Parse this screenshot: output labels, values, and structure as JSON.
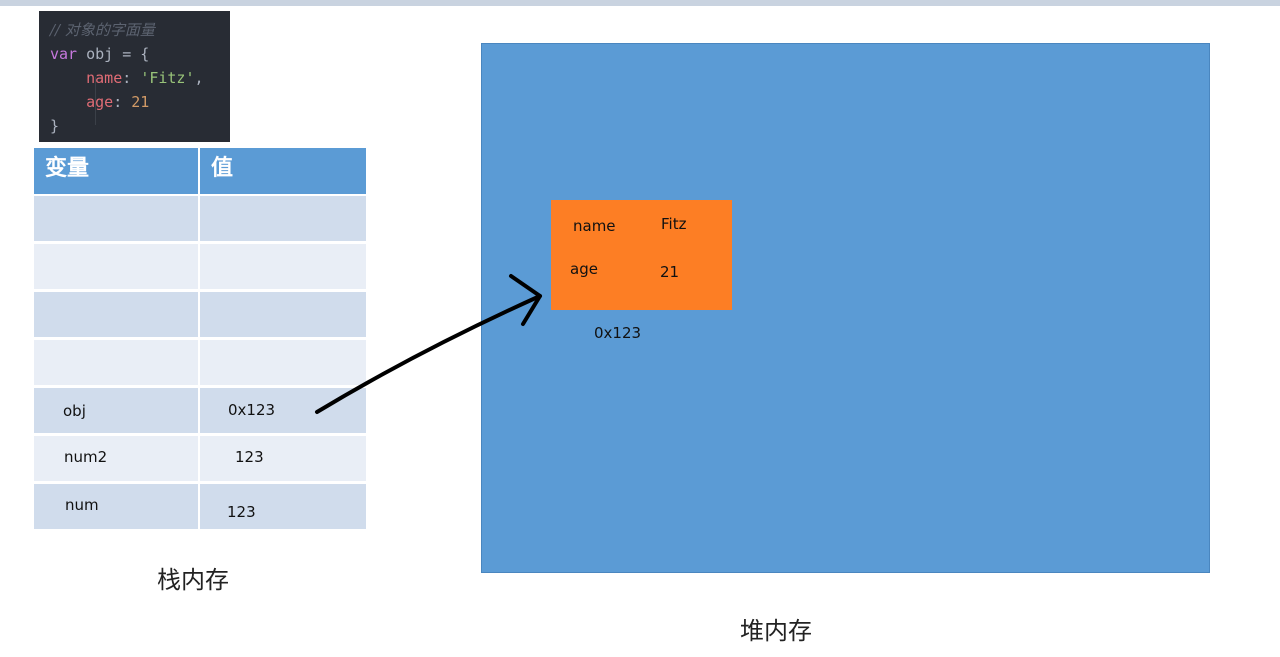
{
  "code": {
    "lines": [
      {
        "tokens": [
          {
            "t": "// 对象的字面量",
            "c": "c-comment"
          }
        ]
      },
      {
        "tokens": [
          {
            "t": "var",
            "c": "c-kw"
          },
          {
            "t": " obj = {",
            "c": "c-plain"
          }
        ]
      },
      {
        "tokens": [
          {
            "t": "    name",
            "c": "c-key"
          },
          {
            "t": ": ",
            "c": "c-plain"
          },
          {
            "t": "'Fitz'",
            "c": "c-str"
          },
          {
            "t": ",",
            "c": "c-plain"
          }
        ]
      },
      {
        "tokens": [
          {
            "t": "    age",
            "c": "c-key"
          },
          {
            "t": ": ",
            "c": "c-plain"
          },
          {
            "t": "21",
            "c": "c-num"
          }
        ]
      },
      {
        "tokens": [
          {
            "t": "}",
            "c": "c-plain"
          }
        ]
      }
    ]
  },
  "stack": {
    "headers": [
      "变量",
      "值"
    ],
    "rows": [
      {
        "var": "",
        "val": ""
      },
      {
        "var": "",
        "val": ""
      },
      {
        "var": "",
        "val": ""
      },
      {
        "var": "",
        "val": ""
      },
      {
        "var": "obj",
        "val": "0x123"
      },
      {
        "var": "num2",
        "val": "123"
      },
      {
        "var": "num",
        "val": "123"
      }
    ],
    "label": "栈内存"
  },
  "heap": {
    "object": {
      "fields": [
        {
          "key": "name",
          "value": "Fitz"
        },
        {
          "key": "age",
          "value": "21"
        }
      ],
      "address": "0x123"
    },
    "label": "堆内存"
  },
  "colors": {
    "header": "#5b9bd5",
    "row_dark": "#d0dcec",
    "row_light": "#e9eef6",
    "heap": "#5b9bd5",
    "object": "#fd7e24"
  }
}
